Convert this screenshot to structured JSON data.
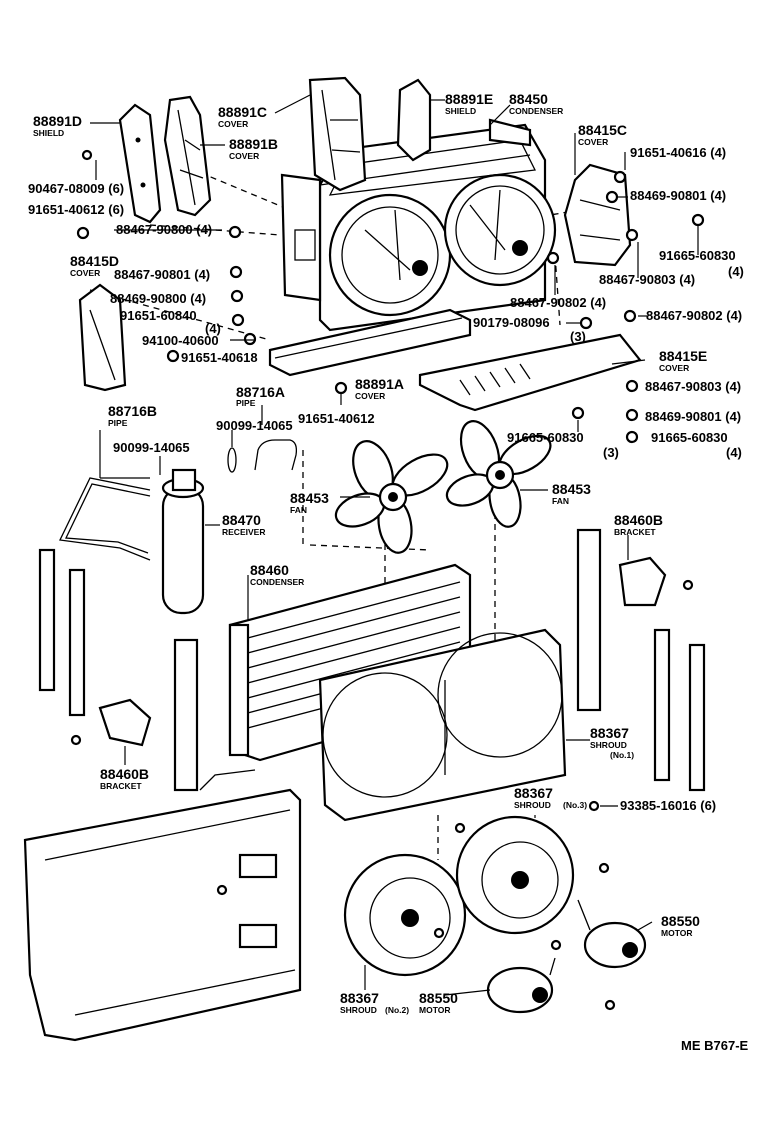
{
  "labels": {
    "shield_d_num": "88891D",
    "shield_d_name": "SHIELD",
    "cover_c_num": "88891C",
    "cover_c_name": "COVER",
    "cover_b_num": "88891B",
    "cover_b_name": "COVER",
    "shield_e_num": "88891E",
    "shield_e_name": "SHIELD",
    "cond_top_num": "88450",
    "cond_top_name": "CONDENSER",
    "cover415c_num": "88415C",
    "cover415c_name": "COVER",
    "bolt_90467": "90467-08009 (6)",
    "screw_91651_6_left": "91651-40612 (6)",
    "nut_88467_90800": "88467-90800 (4)",
    "bolt_91651_616_a": "91651-40616 (4)",
    "nut_88469_90801_a": "88469-90801 (4)",
    "bolt_91665_60830_a": "91665-60830",
    "qty_91665_a": "(4)",
    "nut_88467_90803_a": "88467-90803 (4)",
    "cover415d_num": "88415D",
    "cover415d_name": "COVER",
    "nut_88467_90801": "88467-90801 (4)",
    "nut_88469_90800": "88469-90800 (4)",
    "bolt_91651_60840": "91651-60840",
    "qty_91651_60840": "(4)",
    "bolt_94100_40600": "94100-40600",
    "bolt_91651_40618": "91651-40618",
    "nut_88467_90802_mid": "88467-90802 (4)",
    "clip_90179": "90179-08096",
    "qty_90179": "(3)",
    "nut_88467_90802_right": "88467-90802 (4)",
    "cover415e_num": "88415E",
    "cover415e_name": "COVER",
    "cover891a_num": "88891A",
    "cover891a_name": "COVER",
    "bolt_91651_40612": "91651-40612",
    "nut_88467_90803_b": "88467-90803 (4)",
    "nut_88469_90801_b": "88469-90801 (4)",
    "pipe716a_num": "88716A",
    "pipe716a_name": "PIPE",
    "oring_90099_a": "90099-14065",
    "pipe716b_num": "88716B",
    "pipe716b_name": "PIPE",
    "oring_90099_b": "90099-14065",
    "bolt_91665_60830_b": "91665-60830",
    "qty_91665_b": "(3)",
    "bolt_91665_60830_c": "91665-60830",
    "qty_91665_c": "(4)",
    "fan_left_num": "88453",
    "fan_left_name": "FAN",
    "fan_right_num": "88453",
    "fan_right_name": "FAN",
    "receiver_num": "88470",
    "receiver_name": "RECEIVER",
    "bracket_r_num": "88460B",
    "bracket_r_name": "BRACKET",
    "cond_main_num": "88460",
    "cond_main_name": "CONDENSER",
    "shroud1_num": "88367",
    "shroud1_name": "SHROUD",
    "shroud1_sub": "(No.1)",
    "bracket_l_num": "88460B",
    "bracket_l_name": "BRACKET",
    "shroud3_num": "88367",
    "shroud3_name": "SHROUD",
    "shroud3_sub": "(No.3)",
    "screw_93385": "93385-16016 (6)",
    "motor_r_num": "88550",
    "motor_r_name": "MOTOR",
    "shroud2_num": "88367",
    "shroud2_name": "SHROUD",
    "shroud2_sub": "(No.2)",
    "motor_l_num": "88550",
    "motor_l_name": "MOTOR",
    "figure_code": "ME B767-E"
  }
}
